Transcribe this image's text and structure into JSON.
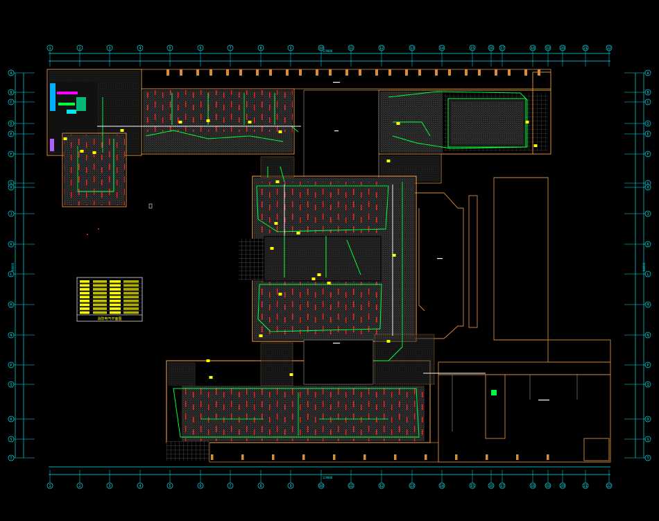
{
  "drawing": {
    "legend_caption": "消防电气平面图",
    "top_dimension": "129000",
    "bottom_dimension": "129000",
    "side_dimension": "84000"
  },
  "axes": {
    "columns": [
      "1",
      "2",
      "3",
      "4",
      "5",
      "6",
      "7",
      "8",
      "9",
      "10",
      "11",
      "12",
      "13",
      "14",
      "15",
      "16",
      "17",
      "18",
      "19",
      "20",
      "21",
      "22"
    ],
    "rows": [
      "A",
      "B",
      "C",
      "D",
      "E",
      "F",
      "G",
      "H",
      "J",
      "K",
      "L",
      "M",
      "N",
      "P",
      "Q",
      "R",
      "S",
      "T"
    ]
  },
  "colors": {
    "background": "#000000",
    "axis_cyan": "#00e5ee",
    "wall_orange": "#d98c3a",
    "fire_alarm_green": "#00ff3c",
    "device_red": "#ff2020",
    "label_yellow": "#ffff00",
    "hatch_grey": "#8a8a8a"
  }
}
